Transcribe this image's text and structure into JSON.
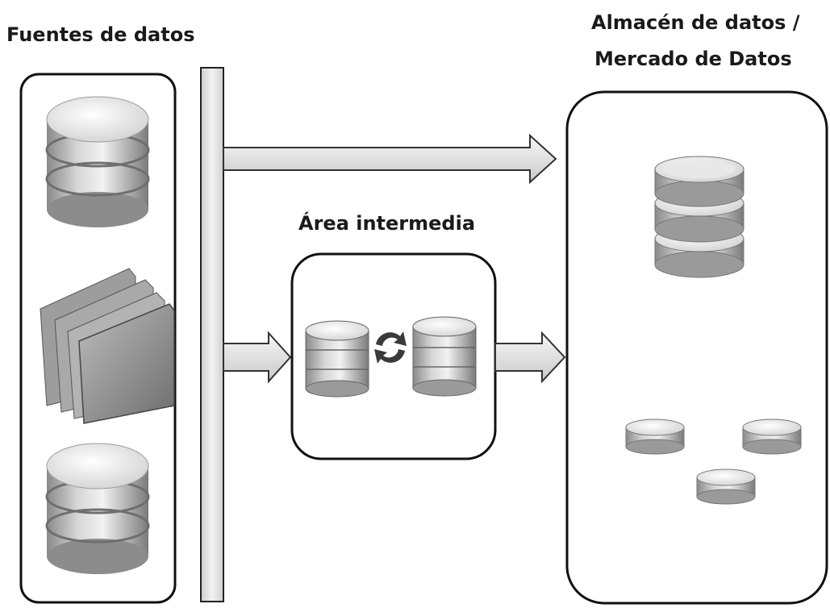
{
  "labels": {
    "sources": "Fuentes de datos",
    "staging": "Área intermedia",
    "warehouse_line1": "Almacén de datos /",
    "warehouse_line2": "Mercado de Datos"
  },
  "icons": {
    "sources": [
      "database-icon",
      "folder-icon",
      "database-icon"
    ],
    "staging": [
      "database-icon",
      "sync-icon",
      "database-icon"
    ],
    "warehouse": [
      "data-warehouse-icon",
      "data-mart-icon",
      "data-mart-icon",
      "data-mart-icon"
    ]
  },
  "colors": {
    "outline": "#111111",
    "bar_fill": "#e3e3e3",
    "disk_light": "#f4f4f4",
    "disk_dark": "#8f8f8f"
  }
}
